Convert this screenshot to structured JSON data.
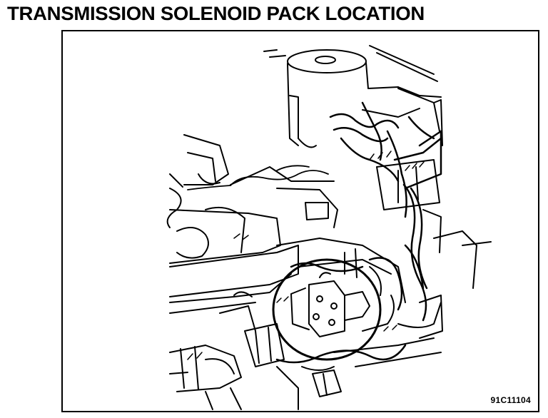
{
  "title": "TRANSMISSION SOLENOID PACK LOCATION",
  "figure": {
    "code": "91C11104",
    "description_icon": "engine-transmission-line-drawing"
  },
  "colors": {
    "ink": "#000000",
    "paper": "#ffffff"
  }
}
